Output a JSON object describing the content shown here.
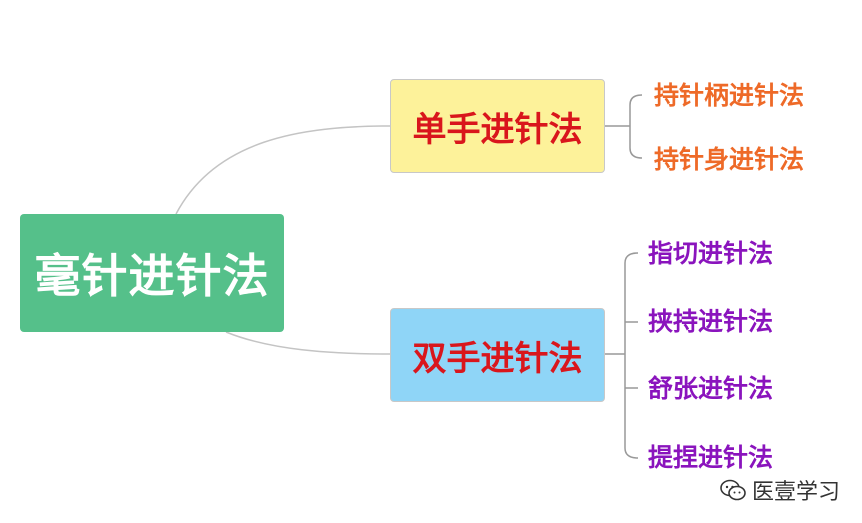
{
  "root": {
    "label": "毫针进针法",
    "color": "#55c08a"
  },
  "branches": [
    {
      "label": "单手进针法",
      "fill": "#fdf29a",
      "text_color": "#d9161c",
      "leaves": [
        "持针柄进针法",
        "持针身进针法"
      ],
      "leaf_color": "#ee6a28"
    },
    {
      "label": "双手进针法",
      "fill": "#8fd5f7",
      "text_color": "#d9161c",
      "leaves": [
        "指切进针法",
        "挟持进针法",
        "舒张进针法",
        "提捏进针法"
      ],
      "leaf_color": "#8a14bd"
    }
  ],
  "watermark": {
    "text": "医壹学习",
    "icon": "wechat-icon"
  },
  "connector_color": "#c4c4c4"
}
